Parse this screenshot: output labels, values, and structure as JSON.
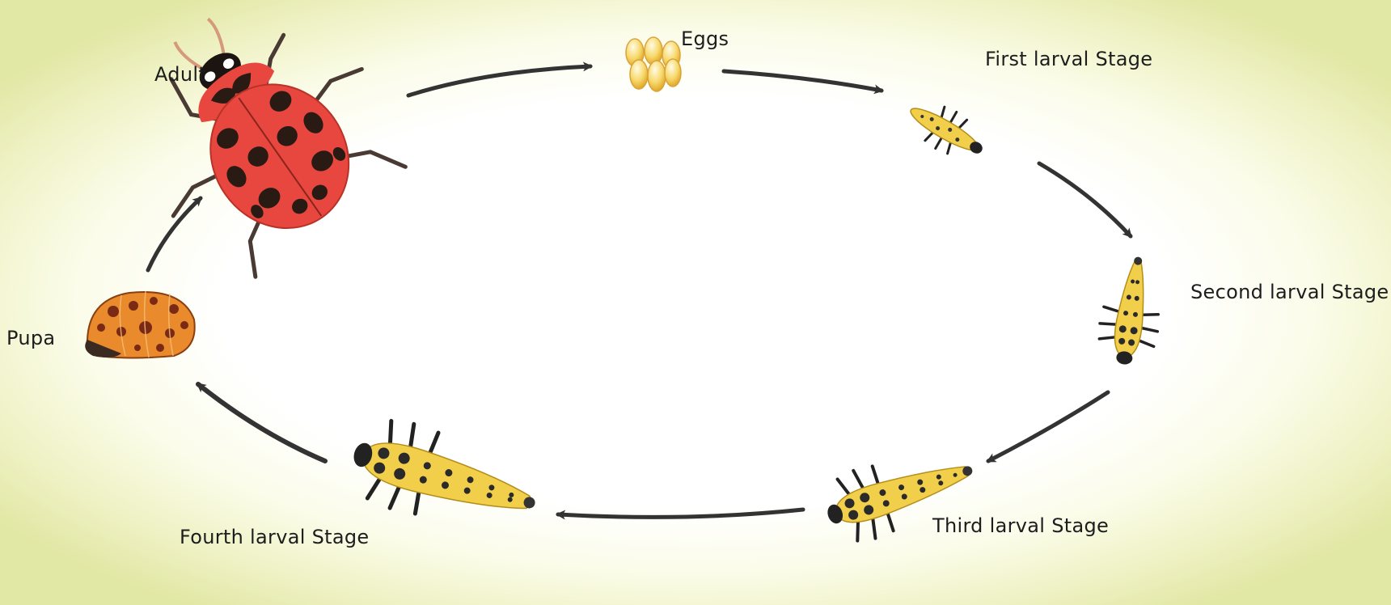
{
  "diagram": {
    "stages": [
      {
        "id": "adult",
        "label": "Adult",
        "icon": "ladybug-adult-icon"
      },
      {
        "id": "eggs",
        "label": "Eggs",
        "icon": "egg-cluster-icon"
      },
      {
        "id": "first",
        "label": "First larval Stage",
        "icon": "larva-icon"
      },
      {
        "id": "second",
        "label": "Second larval Stage",
        "icon": "larva-icon"
      },
      {
        "id": "third",
        "label": "Third larval Stage",
        "icon": "larva-icon"
      },
      {
        "id": "fourth",
        "label": "Fourth larval Stage",
        "icon": "larva-icon"
      },
      {
        "id": "pupa",
        "label": "Pupa",
        "icon": "pupa-icon"
      }
    ],
    "colors": {
      "arrow": "#333333",
      "ladybug_red": "#e8473f",
      "spot": "#2a1a14",
      "larva_yellow": "#f2cf4a",
      "egg": "#f6d770",
      "pupa_orange": "#e98a2c"
    }
  }
}
